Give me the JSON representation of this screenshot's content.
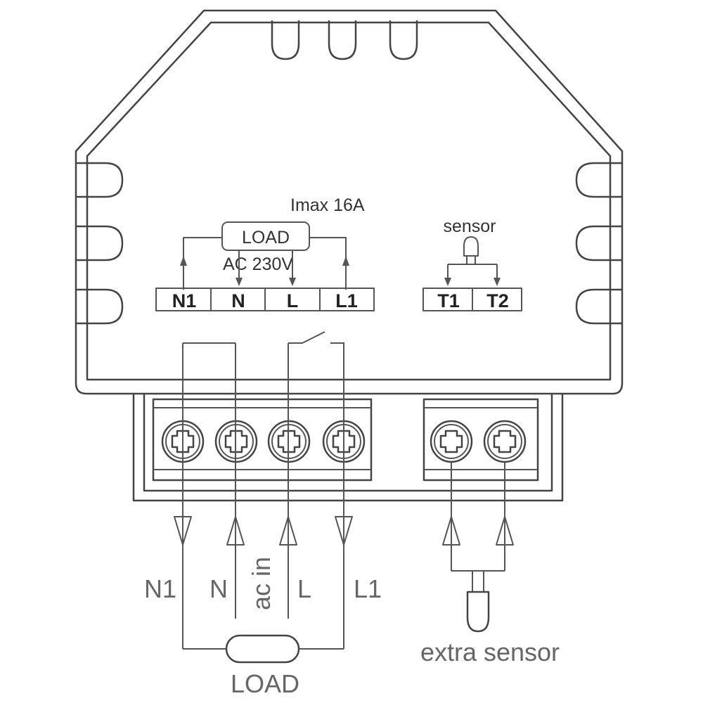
{
  "device": {
    "imax_label": "Imax 16A",
    "load_box_label": "LOAD",
    "supply_label": "AC 230V",
    "sensor_label": "sensor"
  },
  "terminals_main": [
    "N1",
    "N",
    "L",
    "L1"
  ],
  "terminals_sensor": [
    "T1",
    "T2"
  ],
  "wiring": {
    "wire_labels": [
      "N1",
      "N",
      "L",
      "L1"
    ],
    "ac_in_label": "ac in",
    "load_label": "LOAD",
    "extra_sensor_label": "extra sensor"
  },
  "colors": {
    "line": "#444444",
    "text_dark": "#222222",
    "text_gray": "#666666"
  }
}
